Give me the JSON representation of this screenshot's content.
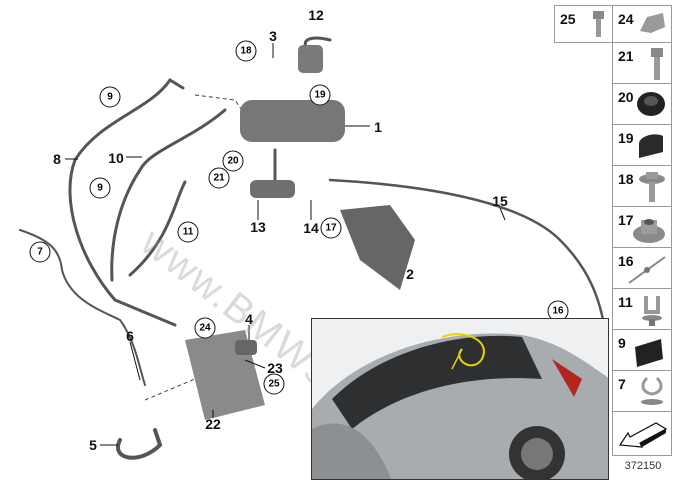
{
  "diagram": {
    "callouts": [
      {
        "label": "1",
        "circled": false
      },
      {
        "label": "2",
        "circled": false
      },
      {
        "label": "3",
        "circled": false
      },
      {
        "label": "4",
        "circled": false
      },
      {
        "label": "5",
        "circled": false
      },
      {
        "label": "6",
        "circled": false
      },
      {
        "label": "7",
        "circled": true
      },
      {
        "label": "8",
        "circled": false
      },
      {
        "label": "9",
        "circled": true
      },
      {
        "label": "9",
        "circled": true
      },
      {
        "label": "10",
        "circled": false
      },
      {
        "label": "11",
        "circled": true
      },
      {
        "label": "12",
        "circled": false
      },
      {
        "label": "13",
        "circled": false
      },
      {
        "label": "14",
        "circled": false
      },
      {
        "label": "15",
        "circled": false
      },
      {
        "label": "16",
        "circled": true
      },
      {
        "label": "17",
        "circled": true
      },
      {
        "label": "18",
        "circled": true
      },
      {
        "label": "19",
        "circled": true
      },
      {
        "label": "20",
        "circled": true
      },
      {
        "label": "21",
        "circled": true
      },
      {
        "label": "22",
        "circled": false
      },
      {
        "label": "23",
        "circled": false
      },
      {
        "label": "24",
        "circled": true
      },
      {
        "label": "25",
        "circled": true
      }
    ],
    "watermark": "www.BMWstore.pl"
  },
  "legend": {
    "items": [
      {
        "number": "25",
        "icon": "bolt-icon"
      },
      {
        "number": "24",
        "icon": "clip-icon"
      },
      {
        "number": "21",
        "icon": "bolt-icon"
      },
      {
        "number": "20",
        "icon": "grommet-icon"
      },
      {
        "number": "19",
        "icon": "cap-icon"
      },
      {
        "number": "18",
        "icon": "flange-bolt-icon"
      },
      {
        "number": "17",
        "icon": "nut-icon"
      },
      {
        "number": "16",
        "icon": "cable-tie-icon"
      },
      {
        "number": "11",
        "icon": "clip-icon"
      },
      {
        "number": "9",
        "icon": "holder-icon"
      },
      {
        "number": "7",
        "icon": "clip-icon"
      }
    ],
    "footer_id": "372150"
  }
}
